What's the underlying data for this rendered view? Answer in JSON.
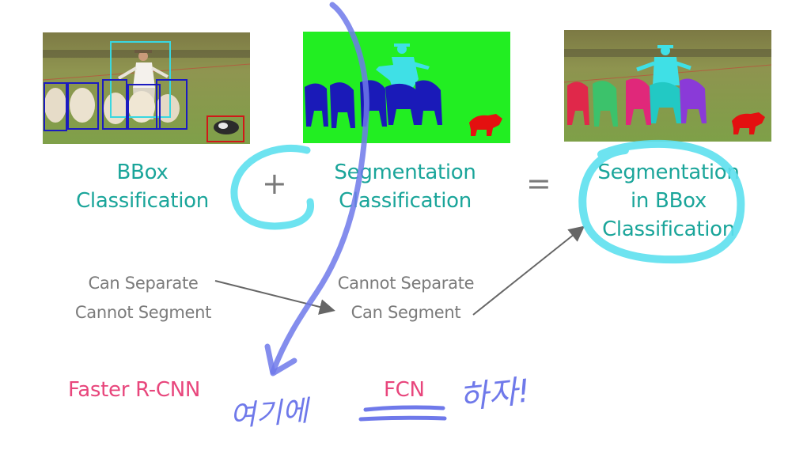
{
  "panels": {
    "bbox": {
      "label_line1": "BBox",
      "label_line2": "Classification"
    },
    "segmentation": {
      "label_line1": "Segmentation",
      "label_line2": "Classification"
    },
    "result": {
      "label_line1": "Segmentation",
      "label_line2": "in BBox",
      "label_line3": "Classification"
    }
  },
  "operators": {
    "plus": "+",
    "equals": "="
  },
  "notes": {
    "left_line1": "Can Separate",
    "left_line2": "Cannot Segment",
    "middle_line1": "Cannot Separate",
    "middle_line2": "Can Segment"
  },
  "methods": {
    "faster_rcnn": "Faster R-CNN",
    "fcn": "FCN"
  },
  "handwriting": {
    "left": "여기에",
    "right": "하자!"
  },
  "colors": {
    "teal_text": "#1aa59a",
    "pink_text": "#e8467c",
    "gray_text": "#7b7b7b",
    "highlight_cyan": "#5de0ee",
    "pen_blue": "#6f79ea",
    "seg_green": "#22ee22",
    "seg_blue": "#1a1ab8",
    "seg_cyan": "#3fe0e6",
    "seg_red": "#e41010"
  }
}
